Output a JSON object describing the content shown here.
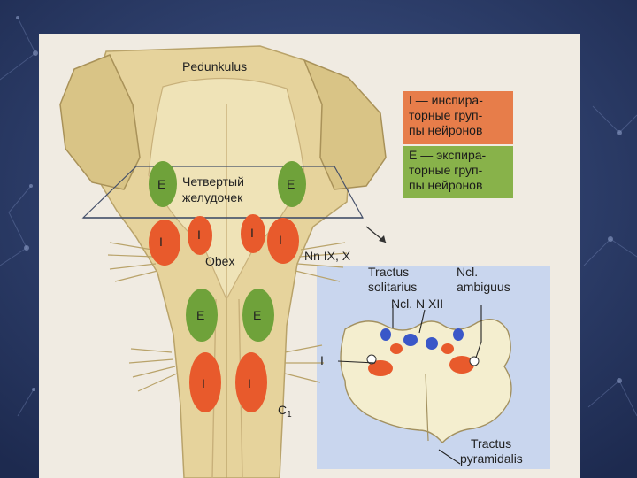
{
  "diagram": {
    "top_label": "Pedunkulus",
    "ventricle_label_line1": "Четвертый",
    "ventricle_label_line2": "желудочек",
    "obex_label": "Obex",
    "nerves_label": "Nn IX, X",
    "c1_label": "C",
    "c1_subscript": "1",
    "group_markers": {
      "inspiratory": "I",
      "expiratory": "E"
    },
    "section": {
      "tractus_solitarius_line1": "Tractus",
      "tractus_solitarius_line2": "solitarius",
      "ncl_ambiguus_line1": "Ncl.",
      "ncl_ambiguus_line2": "ambiguus",
      "ncl_n_xii": "Ncl. N XII",
      "i_marker": "I",
      "tractus_pyramidalis_line1": "Tractus",
      "tractus_pyramidalis_line2": "pyramidalis"
    }
  },
  "legend": {
    "inspiratory_line1": "I — инспира-",
    "inspiratory_line2": "торные груп-",
    "inspiratory_line3": "пы нейронов",
    "expiratory_line1": "E — экспира-",
    "expiratory_line2": "торные груп-",
    "expiratory_line3": "пы нейронов"
  },
  "colors": {
    "slide_background": "#2c3d6a",
    "tissue": "#e8d9a8",
    "inspiratory_group": "#e85a2c",
    "expiratory_group": "#6fa23a",
    "legend_inspiratory": "#e77d4a",
    "legend_expiratory": "#88b24a",
    "section_panel": "#c9d6ee",
    "nucleus_blue": "#3a57c8"
  }
}
